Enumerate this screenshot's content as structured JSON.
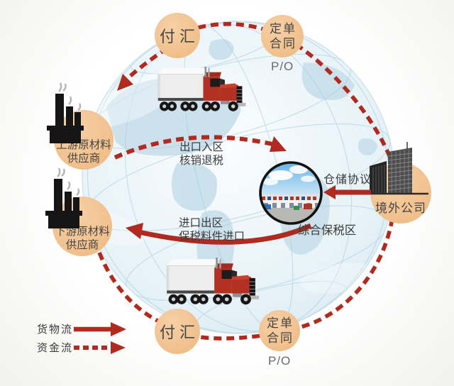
{
  "nodes": {
    "payment_top": {
      "label": "付汇"
    },
    "order_top": {
      "line1": "定单",
      "line2": "合同",
      "po": "P/O"
    },
    "upstream_supplier": {
      "line1": "上游原材料",
      "line2": "供应商"
    },
    "downstream_supplier": {
      "line1": "下游原材料",
      "line2": "供应商"
    },
    "overseas_company": {
      "label": "境外公司"
    },
    "bonded_zone": {
      "label": "综合保税区"
    },
    "payment_bottom": {
      "label": "付汇"
    },
    "order_bottom": {
      "line1": "定单",
      "line2": "合同",
      "po": "P/O"
    }
  },
  "flows": {
    "export_to_zone": {
      "line1": "出口入区",
      "line2": "核销退税"
    },
    "import_from_zone": {
      "line1": "进口出区",
      "line2": "保税料件进口"
    },
    "warehouse_agreement": {
      "label": "仓储协议"
    }
  },
  "legend": {
    "goods_flow": {
      "label": "货物流"
    },
    "capital_flow": {
      "label": "资金流"
    }
  },
  "colors": {
    "arrow_red": "#b02a20",
    "node_fill": "#f2c392",
    "globe_blue": "#cfe4ee",
    "text_dark": "#454545"
  }
}
